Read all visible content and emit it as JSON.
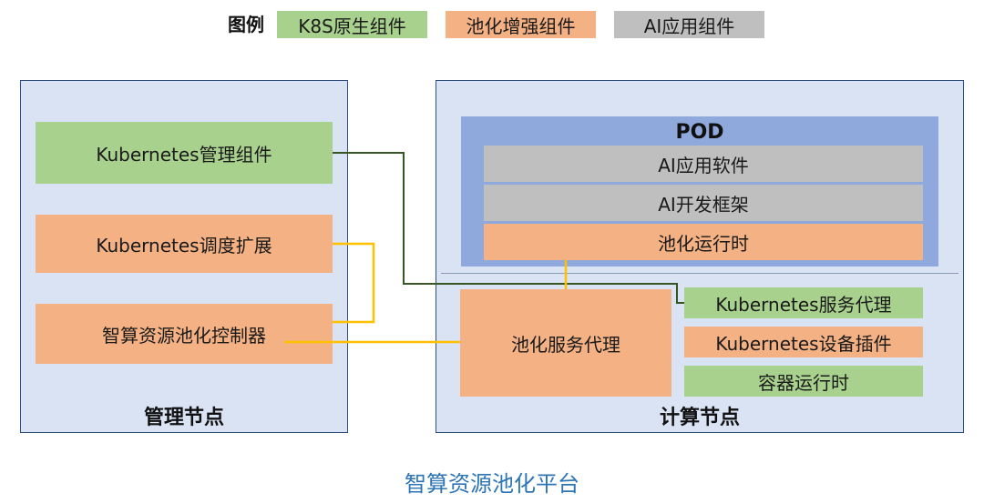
{
  "legend": {
    "title": "图例",
    "items": [
      {
        "label": "K8S原生组件",
        "color": "#a9d18e"
      },
      {
        "label": "池化增强组件",
        "color": "#f4b183"
      },
      {
        "label": "AI应用组件",
        "color": "#bfbfbf"
      }
    ]
  },
  "management_node": {
    "label": "管理节点",
    "components": [
      {
        "label": "Kubernetes管理组件",
        "type": "k8s-native"
      },
      {
        "label": "Kubernetes调度扩展",
        "type": "pooling-enhanced"
      },
      {
        "label": "智算资源池化控制器",
        "type": "pooling-enhanced"
      }
    ]
  },
  "compute_node": {
    "label": "计算节点",
    "pod": {
      "title": "POD",
      "layers": [
        {
          "label": "AI应用软件",
          "type": "ai-app"
        },
        {
          "label": "AI开发框架",
          "type": "ai-app"
        },
        {
          "label": "池化运行时",
          "type": "pooling-enhanced"
        }
      ]
    },
    "pooling_service_proxy": {
      "label": "池化服务代理",
      "type": "pooling-enhanced"
    },
    "components": [
      {
        "label": "Kubernetes服务代理",
        "type": "k8s-native"
      },
      {
        "label": "Kubernetes设备插件",
        "type": "pooling-enhanced"
      },
      {
        "label": "容器运行时",
        "type": "k8s-native"
      }
    ]
  },
  "footer": "智算资源池化平台",
  "colors": {
    "k8s_native": "#a9d18e",
    "pooling_enhanced": "#f4b183",
    "ai_app": "#bfbfbf",
    "panel_bg": "#dae3f3",
    "pod_bg": "#8fa9dc",
    "connector_green": "#375623",
    "connector_yellow": "#ffc000",
    "footer_text": "#2e75b6"
  }
}
